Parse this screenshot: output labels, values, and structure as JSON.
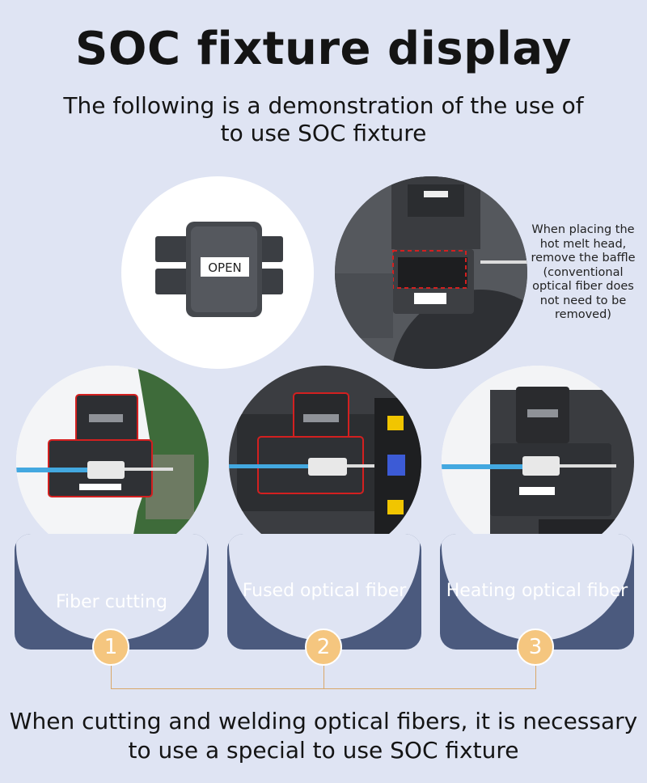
{
  "header": {
    "title": "SOC fixture display",
    "subtitle": "The following is a demonstration of the use of to use SOC fixture"
  },
  "top_images": {
    "fixture_label": "OPEN",
    "note": "When placing the hot melt head, remove the baffle (conventional optical fiber does not need to be removed)"
  },
  "steps": [
    {
      "number": "1",
      "label": "Fiber cutting"
    },
    {
      "number": "2",
      "label": "Fused optical fiber"
    },
    {
      "number": "3",
      "label": "Heating optical fiber"
    }
  ],
  "footer": {
    "text": "When cutting and welding optical fibers, it is necessary to use a special to use SOC fixture"
  },
  "colors": {
    "background": "#dfe4f3",
    "card": "#4b5a7e",
    "badge": "#f5c67f",
    "highlight": "#d32020",
    "fiber": "#43a8e0"
  }
}
